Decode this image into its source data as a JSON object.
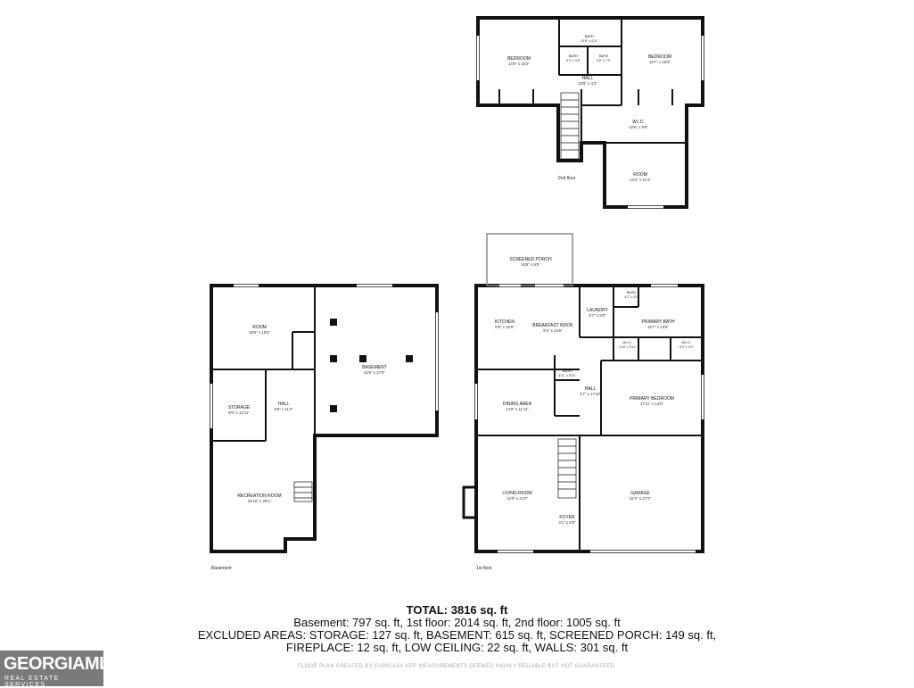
{
  "floors": {
    "basement": "Basement",
    "first": "1st floor",
    "second": "2nd floor"
  },
  "rooms": {
    "bedroom_left": {
      "name": "BEDROOM",
      "dim": "14'9\" x 16'2\""
    },
    "bath_top": {
      "name": "BATH",
      "dim": "10'6\" x 4'11\""
    },
    "bath_a": {
      "name": "BATH",
      "dim": "5'3\" x 3'8\""
    },
    "bath_b": {
      "name": "BATH",
      "dim": "5'8\" x 7'9\""
    },
    "bedroom_right": {
      "name": "BEDROOM",
      "dim": "15'7\" x 15'8\""
    },
    "hall_2nd": {
      "name": "HALL",
      "dim": "10'8\" x 4'2\""
    },
    "wic_2nd": {
      "name": "W.I.C.",
      "dim": "22'6\" x 9'8\""
    },
    "room_2nd": {
      "name": "ROOM",
      "dim": "13'2\" x 11'4\""
    },
    "screened_porch": {
      "name": "SCREENED PORCH",
      "dim": "15'9\" x 9'5\""
    },
    "kitchen": {
      "name": "KITCHEN",
      "dim": "9'9\" x 15'6\""
    },
    "breakfast": {
      "name": "BREAKFAST NOOK",
      "dim": "9'0\" x 15'6\""
    },
    "laundry": {
      "name": "LAUNDRY",
      "dim": "6'7\" x 9'0\""
    },
    "bath_primary_small": {
      "name": "BATH",
      "dim": "4'2\" x 3'1\""
    },
    "primary_bath": {
      "name": "PRIMARY BATH",
      "dim": "15'7\" x 13'8\""
    },
    "wic_a": {
      "name": "W.I.C.",
      "dim": "4'10\" x 5'11\""
    },
    "wic_b": {
      "name": "W.I.C.",
      "dim": "5'0\" x 4'0\""
    },
    "bath_1st": {
      "name": "BATH",
      "dim": "5'11\" x 5'10\""
    },
    "hall_1st": {
      "name": "HALL",
      "dim": "3'7\" x 17'10\""
    },
    "dining": {
      "name": "DINING AREA",
      "dim": "14'9\" x 11'11\""
    },
    "primary_bedroom": {
      "name": "PRIMARY BEDROOM",
      "dim": "17'11\" x 13'5\""
    },
    "living": {
      "name": "LIVING ROOM",
      "dim": "14'9\" x 21'0\""
    },
    "foyer": {
      "name": "FOYER",
      "dim": "4'1\" x 6'8\""
    },
    "garage": {
      "name": "GARAGE",
      "dim": "22'4\" x 27'2\""
    },
    "room_basement": {
      "name": "ROOM",
      "dim": "18'6\" x 15'5\""
    },
    "basement": {
      "name": "BASEMENT",
      "dim": "22'6\" x 27'5\""
    },
    "storage": {
      "name": "STORAGE",
      "dim": "9'6\" x 12'11\""
    },
    "hall_basement": {
      "name": "HALL",
      "dim": "8'8\" x 11'2\""
    },
    "recreation": {
      "name": "RECREATION ROOM",
      "dim": "18'10\" x 20'1\""
    }
  },
  "summary": {
    "total": "TOTAL: 3816 sq. ft",
    "line1": "Basement: 797 sq. ft, 1st floor: 2014 sq. ft, 2nd floor: 1005 sq. ft",
    "line2": "EXCLUDED AREAS: STORAGE: 127 sq. ft, BASEMENT: 615 sq. ft, SCREENED PORCH: 149 sq. ft,",
    "line3": "FIREPLACE: 12 sq. ft, LOW CEILING: 22 sq. ft, WALLS: 301 sq. ft",
    "footnote": "FLOOR PLAN CREATED BY CUBICASA APP. MEASUREMENTS DEEMED HIGHLY RELIABLE BUT NOT GUARANTEED."
  },
  "logo": {
    "main": "GEORGIAMLS",
    "sub": "REAL ESTATE SERVICES"
  }
}
